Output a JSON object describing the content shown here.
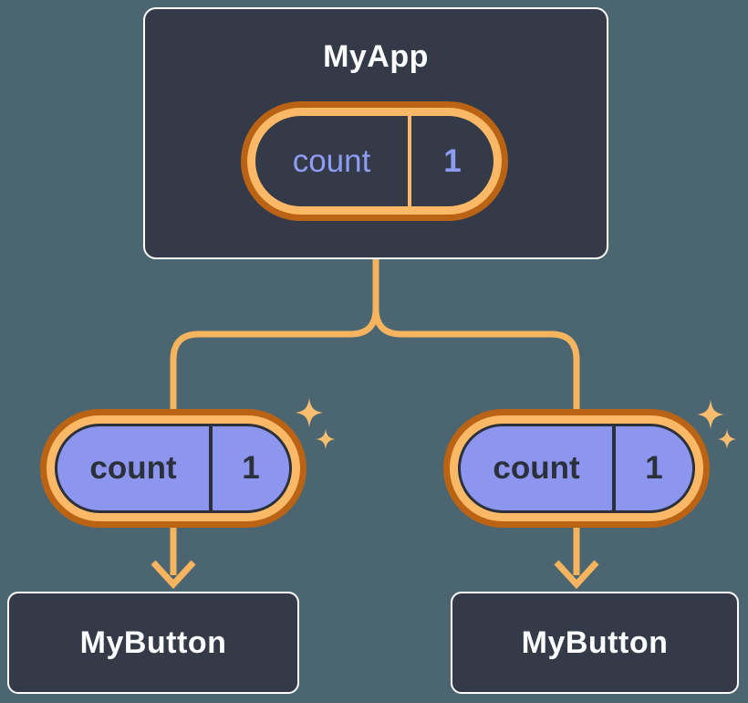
{
  "colors": {
    "background": "#4C6671",
    "box_fill": "#343A47",
    "box_border": "#FFFFFF",
    "box_text": "#FCFDFF",
    "connector": "#F7B45F",
    "ring_dark": "#BA6315",
    "ring_light": "#FBB967",
    "pill_fill": "#8C96EF",
    "ink": "#2B303A",
    "accent_purple": "#8E9DF3",
    "sparkle": "#F8BD6E"
  },
  "root_component": {
    "title": "MyApp",
    "state": {
      "name": "count",
      "value": "1"
    }
  },
  "child_components": [
    {
      "title": "MyButton",
      "prop": {
        "name": "count",
        "value": "1"
      }
    },
    {
      "title": "MyButton",
      "prop": {
        "name": "count",
        "value": "1"
      }
    }
  ]
}
